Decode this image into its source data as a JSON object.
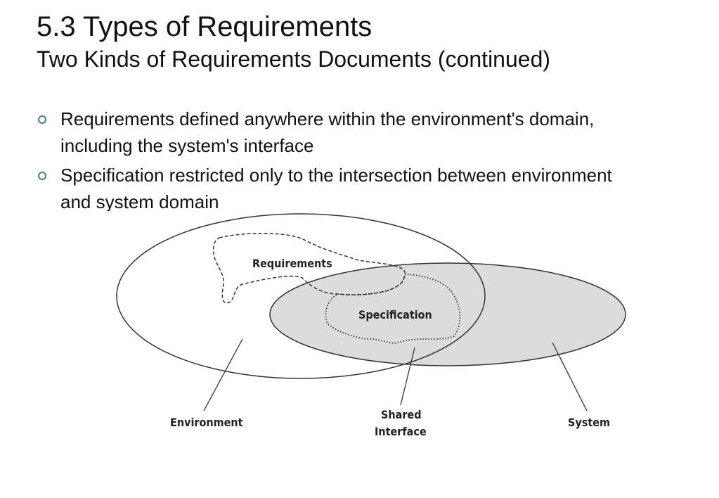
{
  "slide": {
    "title": "5.3 Types of Requirements",
    "subtitle": "Two Kinds of Requirements Documents (continued)",
    "bullets": [
      "Requirements defined anywhere within the environment's domain, including the system's interface",
      "Specification restricted only to the intersection between environment and system domain"
    ],
    "bullet_marker_color": "#3a7bbf"
  },
  "diagram": {
    "region_labels": {
      "requirements": "Requirements",
      "specification": "Specification"
    },
    "callouts": {
      "environment": "Environment",
      "shared_interface_line1": "Shared",
      "shared_interface_line2": "Interface",
      "system": "System"
    },
    "colors": {
      "system_fill": "#dcdcdc",
      "stroke": "#333333"
    }
  }
}
